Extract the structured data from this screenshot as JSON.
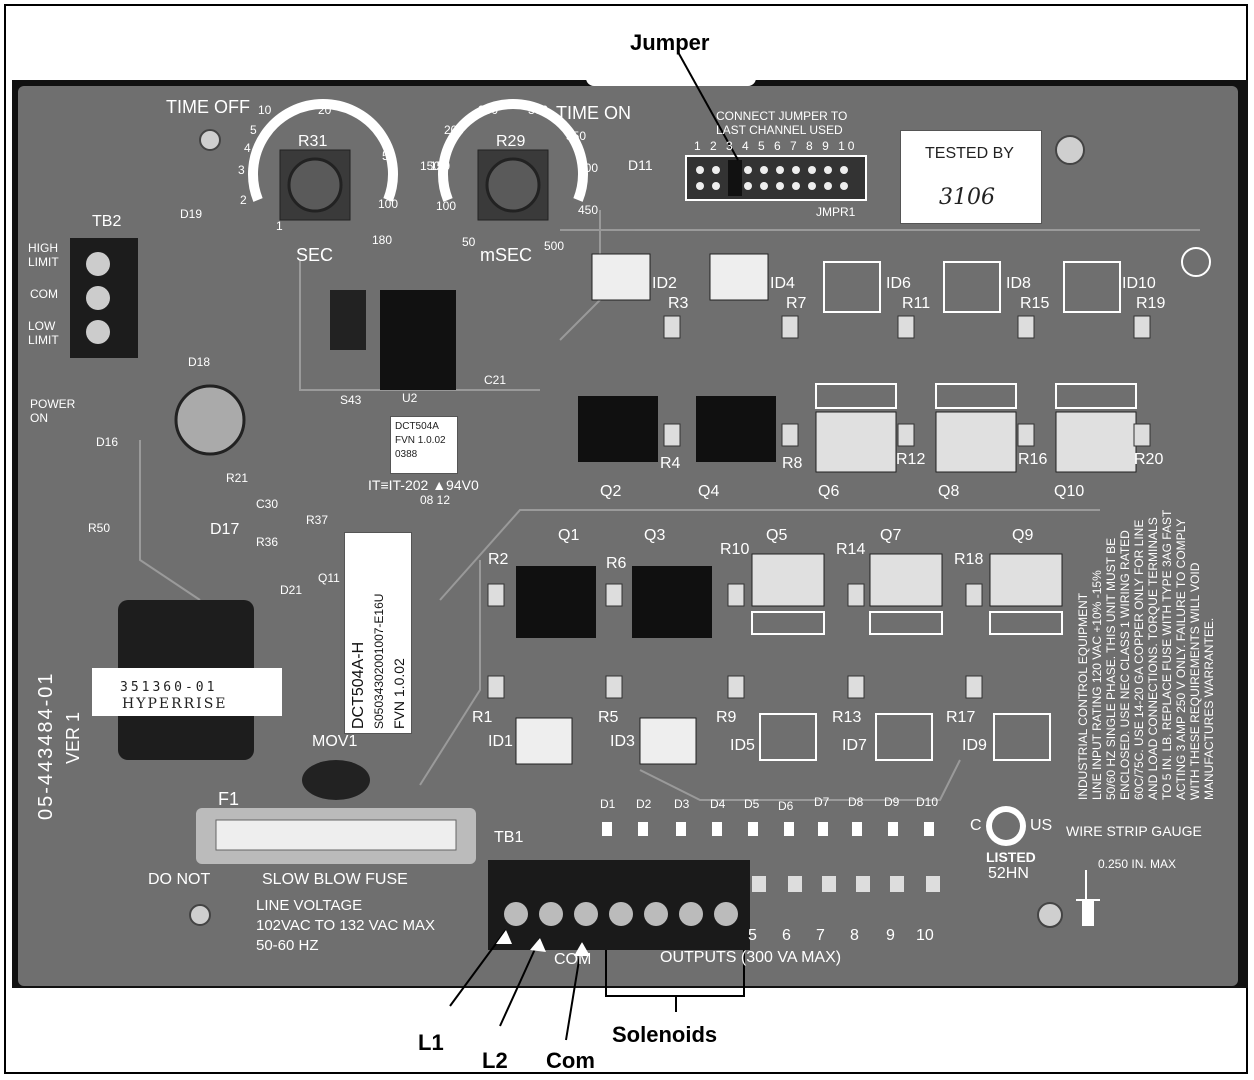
{
  "callouts": {
    "top": "Jumper",
    "l1": "L1",
    "l2": "L2",
    "com": "Com",
    "solenoids": "Solenoids"
  },
  "board": {
    "time_off": "TIME OFF",
    "time_on": "TIME ON",
    "sec": "SEC",
    "msec": "mSEC",
    "dial_left": {
      "name": "R31",
      "ticks": [
        "1",
        "2",
        "3",
        "4",
        "5",
        "10",
        "20",
        "50",
        "100",
        "150",
        "180"
      ]
    },
    "dial_right": {
      "name": "R29",
      "ticks": [
        "50",
        "100",
        "150",
        "200",
        "250",
        "300",
        "350",
        "400",
        "450",
        "500"
      ]
    },
    "jumper_text_1": "CONNECT JUMPER TO",
    "jumper_text_2": "LAST CHANNEL USED",
    "jumper_numbers": "1 2 3 4 5 6 7 8 9 10",
    "jmpr": "JMPR1",
    "d11": "D11",
    "tested_by": "TESTED BY",
    "tested_sig": "3106",
    "tb2": "TB2",
    "high_limit_1": "HIGH",
    "high_limit_2": "LIMIT",
    "com_label": "COM",
    "low_limit_1": "LOW",
    "low_limit_2": "LIMIT",
    "power_on_1": "POWER",
    "power_on_2": "ON",
    "chip_label": [
      "DCT504A",
      "FVN 1.0.02",
      "0388"
    ],
    "chip_codes": "IT≡IT-202 ▲94V0",
    "chip_date": "08 12",
    "white_label": [
      "DCT504A-H",
      "S05034302001007-E16U",
      "FVN 1.0.02"
    ],
    "part_number": "05-443484-01",
    "ver": "VER 1",
    "transformer_1": "351360-01",
    "transformer_2": "HYPERRISE",
    "mov": "MOV1",
    "f1": "F1",
    "fuse_text": "SLOW BLOW FUSE",
    "do_not": "DO NOT",
    "tb1": "TB1",
    "line_voltage": [
      "LINE VOLTAGE",
      "102VAC TO 132 VAC MAX",
      "50-60 HZ"
    ],
    "com_bottom": "COM",
    "outputs": "OUTPUTS (300 VA MAX)",
    "output_numbers": [
      "5",
      "6",
      "7",
      "8",
      "9",
      "10"
    ],
    "led_labels": [
      "D1",
      "D2",
      "D3",
      "D4",
      "D5",
      "D6",
      "D7",
      "D8",
      "D9",
      "D10"
    ],
    "ul": {
      "c": "C",
      "us": "US",
      "listed": "LISTED",
      "code": "52HN"
    },
    "wire_strip": "WIRE STRIP GAUGE",
    "wire_max": "0.250 IN. MAX",
    "warning_lines": [
      "INDUSTRIAL CONTROL EQUIPMENT",
      "LINE INPUT RATING 120 VAC +10% -15%",
      "50/60 HZ SINGLE PHASE. THIS UNIT MUST BE",
      "ENCLOSED. USE NEC CLASS 1 WIRING RATED",
      "60C/75C. USE 14-20 GA COPPER ONLY FOR LINE",
      "AND LOAD CONNECTIONS. TORQUE TERMINALS",
      "TO 5 IN. LB. REPLACE FUSE WITH TYPE 3AG FAST",
      "ACTING 3 AMP 250 V ONLY. FAILURE TO COMPLY",
      "WITH THESE REQUIREMENTS WILL VOID",
      "MANUFACTURES WARRANTEE."
    ],
    "top_row_ic": [
      "ID2",
      "ID4",
      "ID6",
      "ID8",
      "ID10"
    ],
    "top_row_r": [
      "R3",
      "R7",
      "R11",
      "R15",
      "R19"
    ],
    "top_row_rb": [
      "R4",
      "R8",
      "R12",
      "R16",
      "R20"
    ],
    "top_row_q": [
      "Q2",
      "Q4",
      "Q6",
      "Q8",
      "Q10"
    ],
    "bot_row_q": [
      "Q1",
      "Q3",
      "Q5",
      "Q7",
      "Q9"
    ],
    "bot_row_r": [
      "R2",
      "R6",
      "R10",
      "R14",
      "R18"
    ],
    "bot_row_rb": [
      "R1",
      "R5",
      "R9",
      "R13",
      "R17"
    ],
    "bot_row_ic": [
      "ID1",
      "ID3",
      "ID5",
      "ID7",
      "ID9"
    ],
    "misc": {
      "d19": "D19",
      "d18": "D18",
      "d16": "D16",
      "d17": "D17",
      "d21": "D21",
      "r21": "R21",
      "r50": "R50",
      "r36": "R36",
      "r37": "R37",
      "c30": "C30",
      "c21": "C21",
      "u2": "U2",
      "q11": "Q11",
      "s43": "S43"
    }
  }
}
